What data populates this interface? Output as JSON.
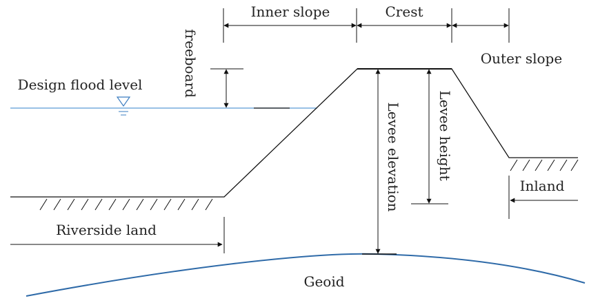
{
  "labels": {
    "inner_slope": "Inner slope",
    "crest": "Crest",
    "outer_slope": "Outer slope",
    "freeboard": "freeboard",
    "design_flood_level": "Design flood level",
    "levee_elevation": "Levee elevation",
    "levee_height": "Levee height",
    "inland": "Inland",
    "riverside_land": "Riverside land",
    "geoid": "Geoid"
  },
  "colors": {
    "line": "#111111",
    "water": "#5b9bd5",
    "geoid": "#2e6aa8",
    "text": "#222222"
  },
  "icons": {
    "water_level_marker": "inverted-triangle-water-symbol"
  }
}
